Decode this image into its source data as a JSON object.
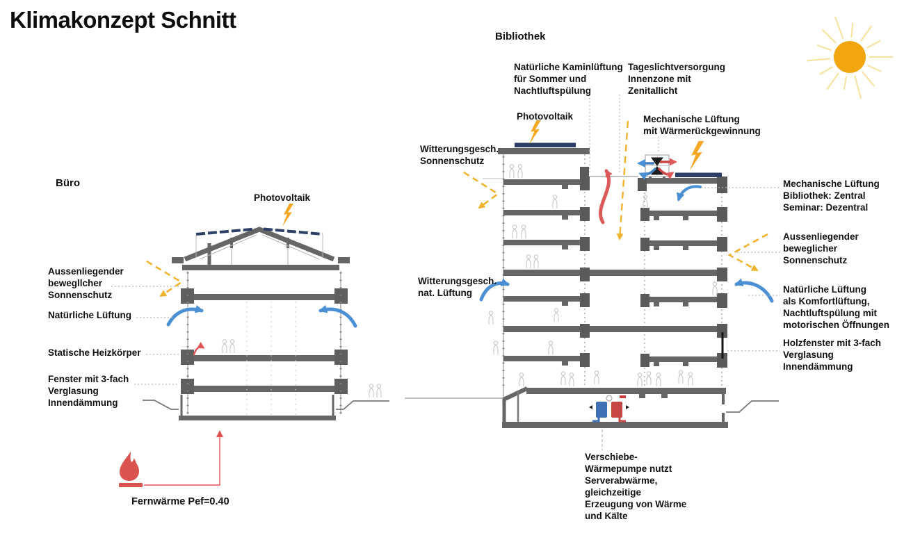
{
  "title": "Klimakonzept Schnitt",
  "sections": {
    "buero": {
      "name": "Büro",
      "photovoltaik": "Photovoltaik",
      "sonnenschutz": "Aussenliegender\nbewegllcher\nSonnenschutz",
      "natuerliche_lueftung": "Natürliche Lüftung",
      "heizkoerper": "Statische Heizkörper",
      "fenster": "Fenster mit 3-fach\nVerglasung\nInnendämmung",
      "fernwaerme": "Fernwärme Pef=0.40"
    },
    "bibliothek": {
      "name": "Bibliothek",
      "kaminlueftung": "Natürliche Kaminlüftung\nfür Sommer und\nNachtluftspülung",
      "tageslicht": "Tageslichtversorgung\nInnenzone mit\nZenitallicht",
      "photovoltaik": "Photovoltaik",
      "mech_lueftung_wrg": "Mechanische Lüftung\nmit Wärmerückgewinnung",
      "witterung_sonnenschutz": "Witterungsgesch.\nSonnenschutz",
      "witterung_lueftung": "Witterungsgesch.\nnat. Lüftung",
      "mech_lueftung_zentral": "Mechanische Lüftung\nBibliothek: Zentral\nSeminar: Dezentral",
      "sonnenschutz": "Aussenliegender\nbeweglicher\nSonnenschutz",
      "natuerliche_lueftung": "Natürliche Lüftung\nals Komfortlüftung,\nNachtluftspülung mit\nmotorischen Öffnungen",
      "holzfenster": "Holzfenster mit 3-fach\nVerglasung\nInnendämmung",
      "waermepumpe": "Verschiebe-\nWärmepumpe nutzt\nServerabwärme,\ngleichzeitige\nErzeugung von Wärme\nund Kälte"
    }
  },
  "icons": {
    "sun": "sun-icon",
    "lightning": "pv-lightning-icon",
    "flame": "district-heating-flame-icon",
    "heat_pump": "heat-pump-icon",
    "heat_recovery_unit": "heat-recovery-ventilation-icon",
    "blue_arrow": "natural-ventilation-arrow",
    "red_arrow": "warm-air-arrow",
    "yellow_arrow": "sunlight-arrow"
  },
  "colors": {
    "structure": "#646464",
    "pv_panel": "#2d3f66",
    "sun_core": "#f2a60e",
    "sun_rays": "#f7e3a3",
    "arrow_blue": "#4b8fd4",
    "arrow_red": "#dd5a5a",
    "accent_yellow": "#f0b32e",
    "flame_red": "#d9534f",
    "text": "#111111"
  }
}
